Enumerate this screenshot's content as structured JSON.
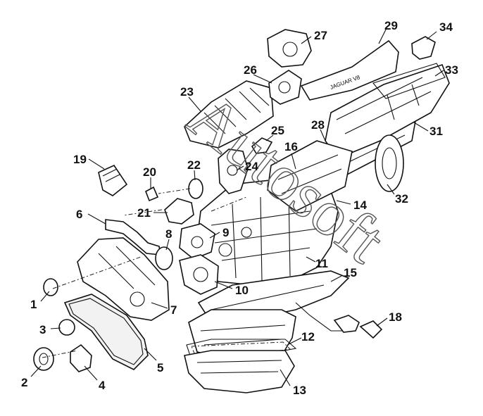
{
  "watermark": "Autosoft",
  "callouts": [
    {
      "id": "1",
      "label": "1"
    },
    {
      "id": "2",
      "label": "2"
    },
    {
      "id": "3",
      "label": "3"
    },
    {
      "id": "4",
      "label": "4"
    },
    {
      "id": "5",
      "label": "5"
    },
    {
      "id": "6",
      "label": "6"
    },
    {
      "id": "7",
      "label": "7"
    },
    {
      "id": "8",
      "label": "8"
    },
    {
      "id": "9",
      "label": "9"
    },
    {
      "id": "10",
      "label": "10"
    },
    {
      "id": "11",
      "label": "11"
    },
    {
      "id": "12",
      "label": "12"
    },
    {
      "id": "13",
      "label": "13"
    },
    {
      "id": "14",
      "label": "14"
    },
    {
      "id": "15",
      "label": "15"
    },
    {
      "id": "16",
      "label": "16"
    },
    {
      "id": "18",
      "label": "18"
    },
    {
      "id": "19",
      "label": "19"
    },
    {
      "id": "20",
      "label": "20"
    },
    {
      "id": "21",
      "label": "21"
    },
    {
      "id": "22",
      "label": "22"
    },
    {
      "id": "23",
      "label": "23"
    },
    {
      "id": "24",
      "label": "24"
    },
    {
      "id": "25",
      "label": "25"
    },
    {
      "id": "26",
      "label": "26"
    },
    {
      "id": "27",
      "label": "27"
    },
    {
      "id": "28",
      "label": "28"
    },
    {
      "id": "29",
      "label": "29"
    },
    {
      "id": "31",
      "label": "31"
    },
    {
      "id": "32",
      "label": "32"
    },
    {
      "id": "33",
      "label": "33"
    },
    {
      "id": "34",
      "label": "34"
    }
  ],
  "engine_cover_text": "JAGUAR V8"
}
